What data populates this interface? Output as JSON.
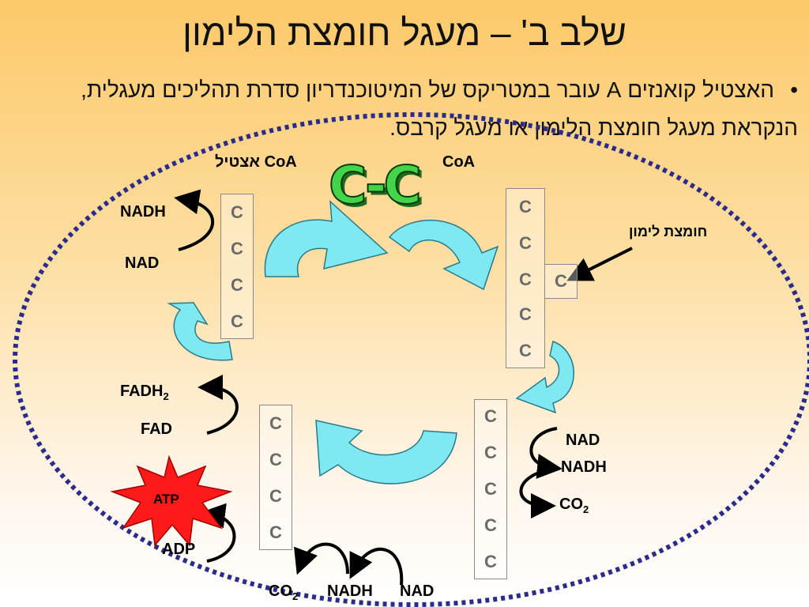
{
  "title": "שלב ב' – מעגל חומצת הלימון",
  "bullet": "האצטיל קואנזים A עובר במטריקס של המיטוכנדריון סדרת תהליכים מעגלית, הנקראת מעגל חומצת הלימון או מעגל קרבס.",
  "labels": {
    "acetyl_coa": "אצטיל CoA",
    "coa": "CoA",
    "cc": "C-C",
    "citric_acid": "חומצת לימון",
    "nadh_top": "NADH",
    "nad_top": "NAD",
    "fadh2_main": "FADH",
    "fadh2_sub": "2",
    "fad": "FAD",
    "atp": "ATP",
    "adp": "ADP",
    "nad_right": "NAD",
    "nadh_right": "NADH",
    "co2_right_main": "CO",
    "co2_right_sub": "2",
    "co2_bottom_main": "CO",
    "co2_bottom_sub": "2",
    "nadh_bottom": "NADH",
    "nad_bottom": "NAD"
  },
  "cells": {
    "left4": [
      "C",
      "C",
      "C",
      "C"
    ],
    "top6": [
      "C",
      "C",
      "C",
      "C",
      "C"
    ],
    "extra": "C",
    "right5": [
      "C",
      "C",
      "C",
      "C",
      "C"
    ],
    "bottom4": [
      "C",
      "C",
      "C",
      "C"
    ]
  },
  "colors": {
    "cyan_arrow": "#7fe8f0",
    "dotted_ellipse": "#2b2b8a",
    "atp_star": "#ff1a1a",
    "cc_text": "#44d44a"
  }
}
